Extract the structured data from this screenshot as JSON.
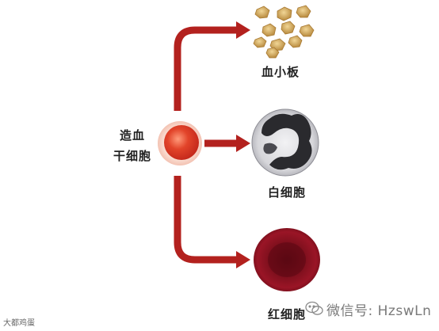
{
  "diagram": {
    "source_cell": {
      "line1": "造血",
      "line2": "干细胞"
    },
    "targets": [
      {
        "label": "血小板"
      },
      {
        "label": "白细胞"
      },
      {
        "label": "红细胞"
      }
    ],
    "colors": {
      "arrow": "#b3211e",
      "stem_cell": "#e2442a",
      "platelet": "#d8b26a",
      "wbc_nucleus": "#2a2a2e",
      "rbc": "#8a1020"
    }
  },
  "watermarks": {
    "left": "大都鸡蛋",
    "right": "微信号: HzswLn",
    "right_icon": "wechat-icon"
  }
}
